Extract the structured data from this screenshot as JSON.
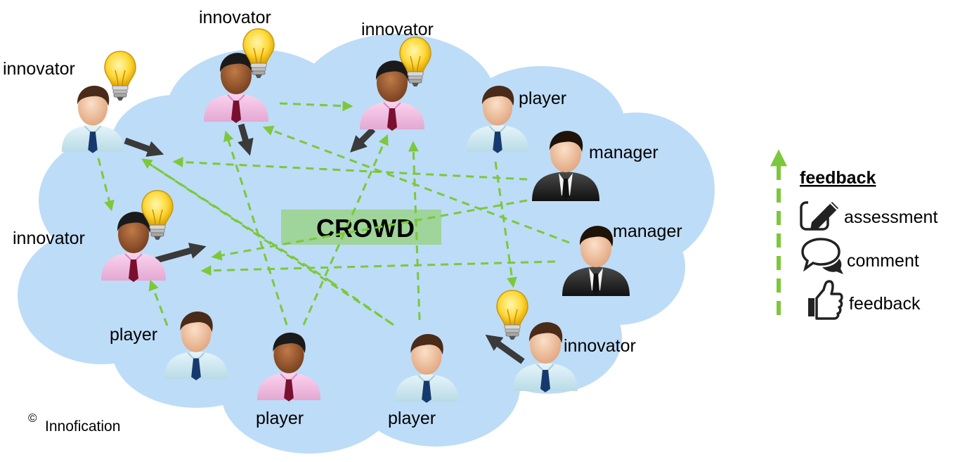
{
  "diagram": {
    "center_label": "CROWD",
    "copyright_symbol": "©",
    "copyright_text": "Innofication",
    "roles": {
      "innovator_1": "innovator",
      "innovator_2": "innovator",
      "innovator_3": "innovator",
      "innovator_4": "innovator",
      "innovator_5": "innovator",
      "player_1": "player",
      "player_2": "player",
      "player_3": "player",
      "player_4": "player",
      "manager_1": "manager",
      "manager_2": "manager"
    }
  },
  "legend": {
    "title": "feedback",
    "items": [
      {
        "label": "assessment",
        "icon": "pencil-edit-icon"
      },
      {
        "label": "comment",
        "icon": "speech-bubbles-icon"
      },
      {
        "label": "feedback",
        "icon": "thumbs-up-icon"
      }
    ]
  },
  "colors": {
    "cloud": "#bddcf7",
    "feedback_arrow": "#7cc83a",
    "crowd_box": "#9fd49a",
    "idea_arrow": "#3a3a3a"
  }
}
